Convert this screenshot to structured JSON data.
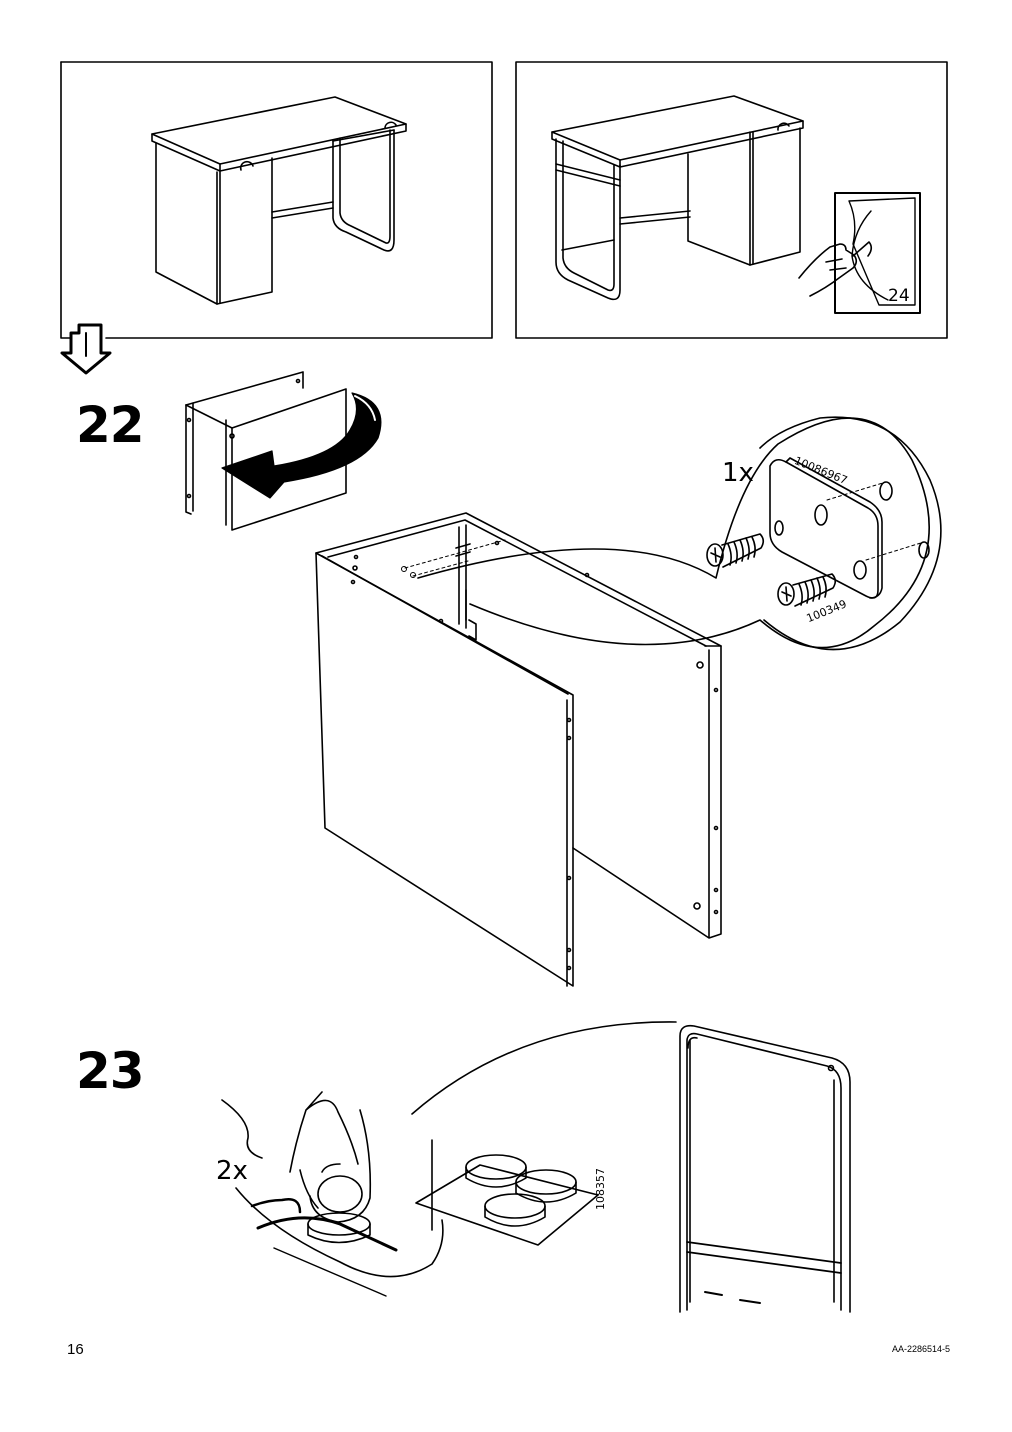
{
  "document": {
    "page_number": "16",
    "doc_code": "AA-2286514-5"
  },
  "overview": {
    "reference_page": "24"
  },
  "step22": {
    "number": "22",
    "screw_qty": "1x",
    "part_plate": "10086967",
    "part_screw": "100349"
  },
  "step23": {
    "number": "23",
    "pad_qty": "2x",
    "part_pads": "108357"
  },
  "icons": [
    "desk-variant-left-icon",
    "desk-variant-right-icon",
    "turn-page-icon",
    "continue-arrow-icon",
    "rotate-arrow-icon",
    "screw-icon",
    "mounting-plate-icon",
    "finger-press-icon",
    "felt-pad-icon"
  ]
}
